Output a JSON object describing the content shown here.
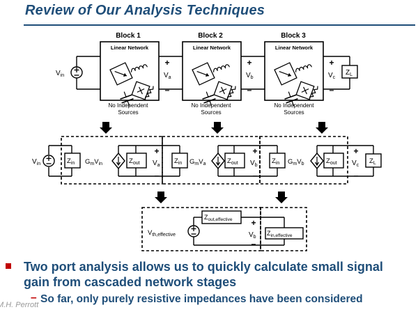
{
  "title": "Review of Our Analysis Techniques",
  "blocks": [
    {
      "label": "Block 1",
      "network": "Linear Network",
      "sources_line1": "No Independent",
      "sources_line2": "Sources"
    },
    {
      "label": "Block 2",
      "network": "Linear Network",
      "sources_line1": "No Independent",
      "sources_line2": "Sources"
    },
    {
      "label": "Block 3",
      "network": "Linear Network",
      "sources_line1": "No Independent",
      "sources_line2": "Sources"
    }
  ],
  "top_labels": {
    "vin": "V",
    "vin_sub": "in",
    "va": "V",
    "va_sub": "a",
    "vb": "V",
    "vb_sub": "b",
    "vc": "V",
    "vc_sub": "c",
    "zl": "Z",
    "zl_sub": "L"
  },
  "mid_labels": {
    "vin": "V",
    "vin_sub": "in",
    "zin": "Z",
    "zin_sub": "in",
    "zout": "Z",
    "zout_sub": "out",
    "gm1": "G",
    "gm1_sub1": "m",
    "gm1_v": "V",
    "gm1_sub2": "in",
    "gm2": "G",
    "gm2_sub1": "m",
    "gm2_v": "V",
    "gm2_sub2": "a",
    "gm3": "G",
    "gm3_sub1": "m",
    "gm3_v": "V",
    "gm3_sub2": "b",
    "va": "V",
    "va_sub": "a",
    "vb": "V",
    "vb_sub": "b",
    "vc": "V",
    "vc_sub": "c",
    "zl": "Z",
    "zl_sub": "L"
  },
  "bottom_labels": {
    "vth": "V",
    "vth_sub": "th,effective",
    "zout_eff": "Z",
    "zout_eff_sub": "out,effective",
    "zin_eff": "Z",
    "zin_eff_sub": "in,effective",
    "vb": "V",
    "vb_sub": "b"
  },
  "bullets": {
    "main": "Two port analysis allows us to quickly calculate small signal gain from cascaded network stages",
    "sub": "So far, only purely resistive impedances have been considered"
  },
  "footer": "M.H. Perrott",
  "colors": {
    "title": "#1f4e79",
    "accent": "#c00000"
  }
}
